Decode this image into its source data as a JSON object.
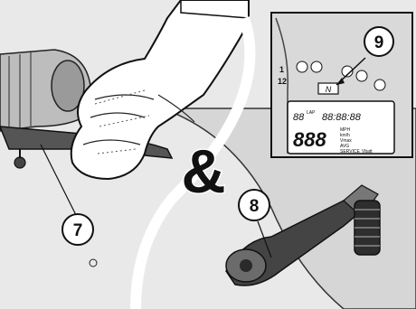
{
  "callouts": {
    "brake_lever": "7",
    "gearshift_pedal": "8",
    "neutral_light": "9"
  },
  "ampersand": "&",
  "dashboard": {
    "tacho_digits": [
      "1",
      "12"
    ],
    "neutral_indicator": "N",
    "lap_label": "LAP",
    "lap_value": "88",
    "time_value": "88:88:88",
    "big_digits": "888",
    "units": [
      "MPH",
      "km/h",
      "Vmax",
      "AVG",
      "SERVICE",
      "Vbatt"
    ]
  }
}
